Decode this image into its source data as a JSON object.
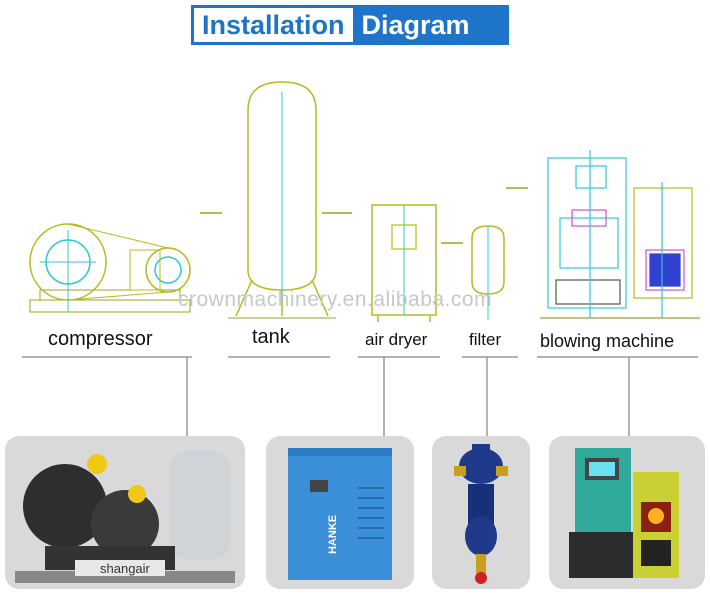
{
  "title": {
    "word1": "Installation",
    "word2": "Diagram"
  },
  "labels": {
    "compressor": "compressor",
    "tank": "tank",
    "air_dryer": "air dryer",
    "filter": "filter",
    "blowing_machine": "blowing machine"
  },
  "watermark": "crownmachinery.en.alibaba.com",
  "product_texts": {
    "compressor_brand": "shangair",
    "dryer_brand": "HANKE"
  },
  "colors": {
    "accent": "#1e74c8",
    "drawing_lines": "#b8b820",
    "cyan_lines": "#30c8d8",
    "card_bg": "#d9d9d9"
  }
}
